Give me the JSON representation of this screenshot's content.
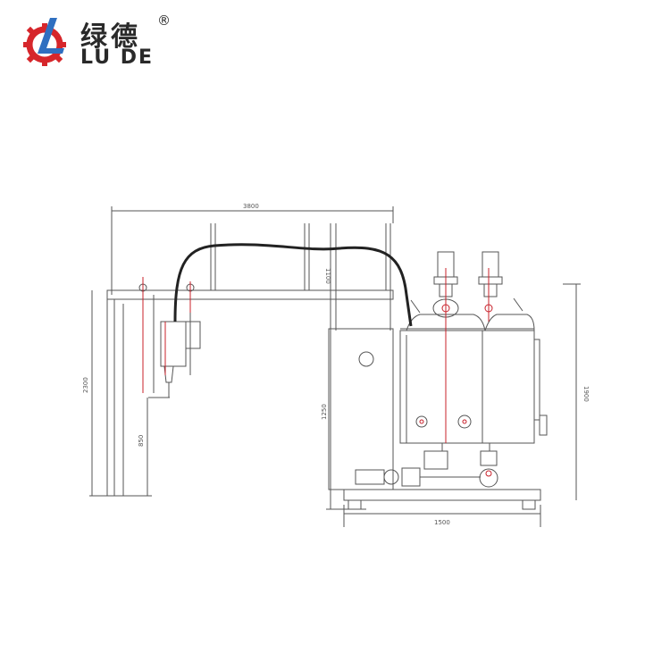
{
  "logo": {
    "chinese_name": "绿德",
    "registered_mark": "®",
    "english_name": "LU DE",
    "colors": {
      "gear": "#d6262b",
      "letter": "#2f6fc0",
      "text": "#2a2a2a"
    }
  },
  "dimensions": {
    "top_width": "3800",
    "overall_height": "2300",
    "nozzle_height": "850",
    "tank_height": "1250",
    "right_height": "1900",
    "base_width": "1500",
    "frame_height": "1100"
  },
  "colors": {
    "line": "#555555",
    "accent": "#c8202a",
    "hose": "#222222"
  }
}
